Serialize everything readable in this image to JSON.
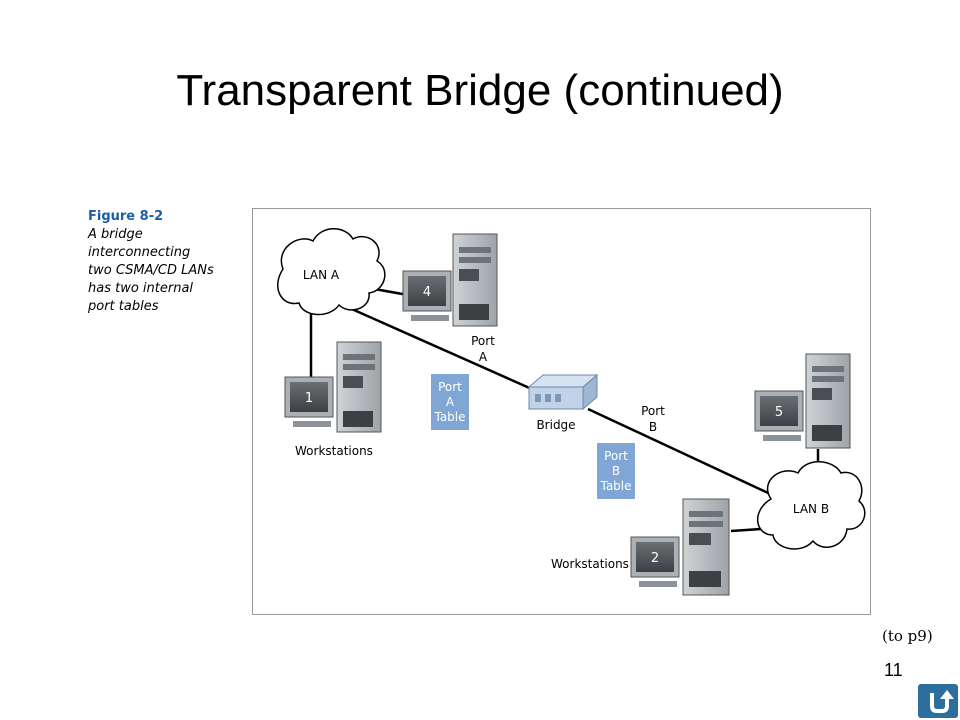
{
  "slide": {
    "title": "Transparent Bridge (continued)",
    "note": "(to p9)",
    "page_number": "11"
  },
  "caption": {
    "figure_label": "Figure 8-2",
    "lines": [
      "A bridge",
      "interconnecting",
      "two CSMA/CD LANs",
      "has two internal",
      "port tables"
    ]
  },
  "diagram": {
    "lan_a": "LAN A",
    "lan_b": "LAN B",
    "stations": [
      "1",
      "2",
      "4",
      "5"
    ],
    "workstations_label": "Workstations",
    "port_a_label": [
      "Port",
      "A"
    ],
    "port_b_label": [
      "Port",
      "B"
    ],
    "port_a_table": [
      "Port",
      "A",
      "Table"
    ],
    "port_b_table": [
      "Port",
      "B",
      "Table"
    ],
    "bridge_label": "Bridge"
  },
  "colors": {
    "table_box": "#7fa6d4",
    "home_button": "#2c6f9e"
  },
  "icons": {
    "home": "return-arrow-icon"
  }
}
